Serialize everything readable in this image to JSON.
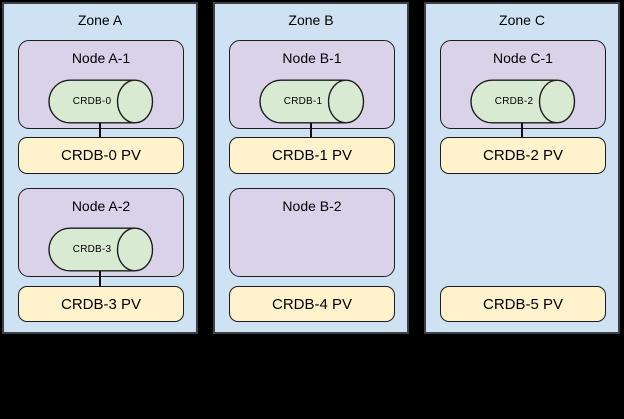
{
  "palette": {
    "background": "#000000",
    "zone_fill": "#cfe2f3",
    "zone_border": "#3a4045",
    "node_fill": "#d9d2e9",
    "pod_fill": "#d9ead3",
    "pv_fill": "#fff2cc",
    "shape_border": "#1c1c1c",
    "text": "#000000"
  },
  "zones": [
    {
      "title": "Zone A",
      "rows": [
        {
          "node": "Node A-1",
          "pod": "CRDB-0",
          "pv": "CRDB-0 PV"
        },
        {
          "node": "Node A-2",
          "pod": "CRDB-3",
          "pv": "CRDB-3 PV"
        }
      ]
    },
    {
      "title": "Zone B",
      "rows": [
        {
          "node": "Node B-1",
          "pod": "CRDB-1",
          "pv": "CRDB-1 PV"
        },
        {
          "node": "Node B-2",
          "pod": null,
          "pv": "CRDB-4 PV"
        }
      ]
    },
    {
      "title": "Zone C",
      "rows": [
        {
          "node": "Node C-1",
          "pod": "CRDB-2",
          "pv": "CRDB-2 PV"
        },
        {
          "node": null,
          "pod": null,
          "pv": "CRDB-5 PV"
        }
      ]
    }
  ]
}
